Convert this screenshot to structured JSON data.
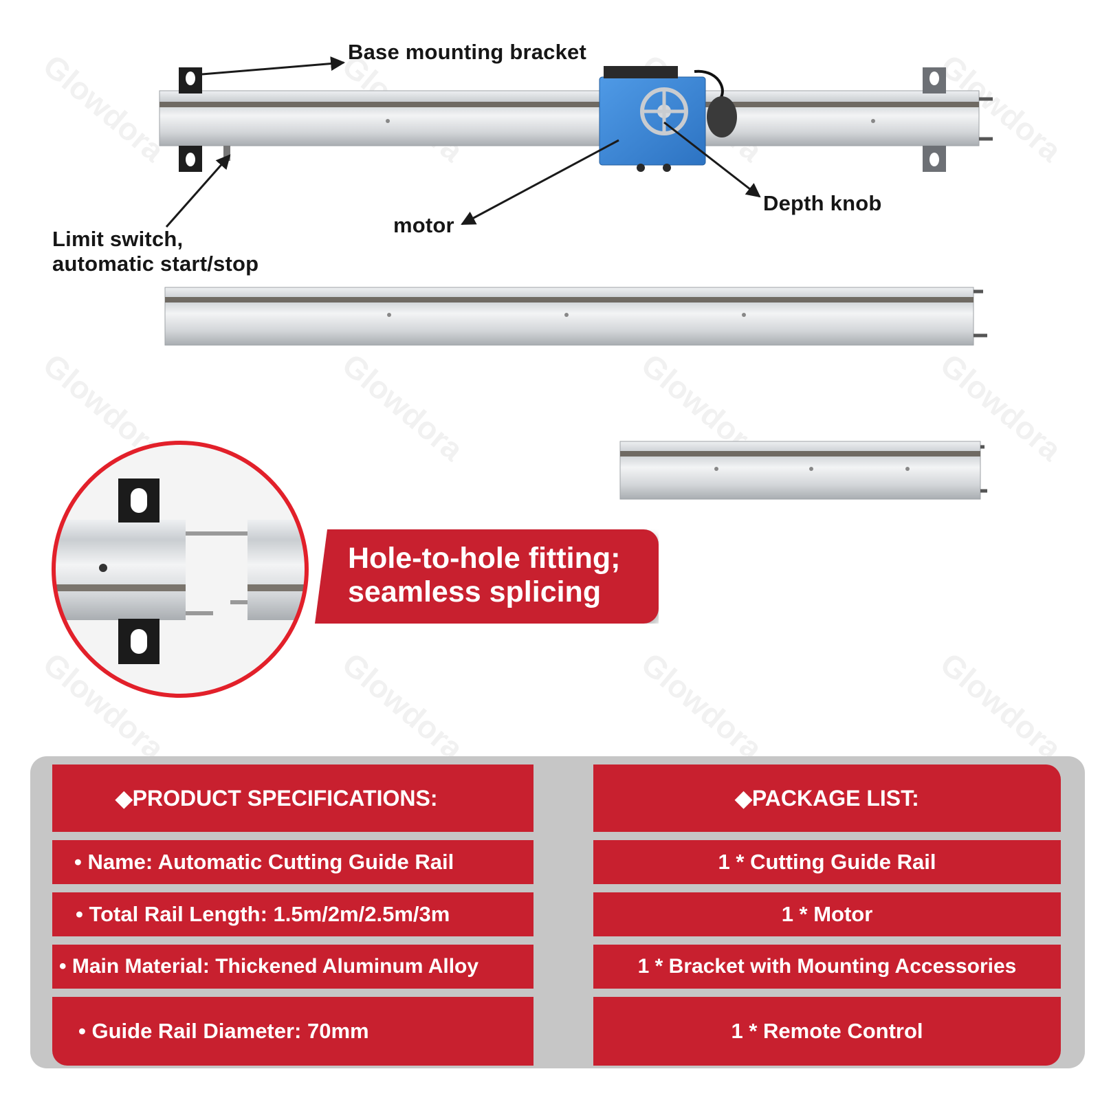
{
  "watermark": "Glowdora",
  "callouts": {
    "base_bracket": "Base mounting bracket",
    "depth_knob": "Depth knob",
    "motor": "motor",
    "limit_switch_line1": "Limit switch,",
    "limit_switch_line2": "automatic start/stop"
  },
  "banner": {
    "line1": "Hole-to-hole fitting;",
    "line2": "seamless splicing"
  },
  "specs": {
    "header": "◆PRODUCT SPECIFICATIONS:",
    "items": [
      "• Name: Automatic Cutting Guide Rail",
      "• Total Rail Length: 1.5m/2m/2.5m/3m",
      "• Main Material: Thickened Aluminum Alloy",
      "• Guide Rail Diameter: 70mm"
    ]
  },
  "package": {
    "header": "◆PACKAGE LIST:",
    "items": [
      "1 * Cutting Guide Rail",
      "1 * Motor",
      "1 * Bracket with Mounting Accessories",
      "1 * Remote Control"
    ]
  },
  "colors": {
    "accent_red": "#c8202f",
    "panel_gray": "#c6c6c6",
    "motor_blue": "#3f8ad6",
    "rail_silver": "#d9dcdf"
  }
}
